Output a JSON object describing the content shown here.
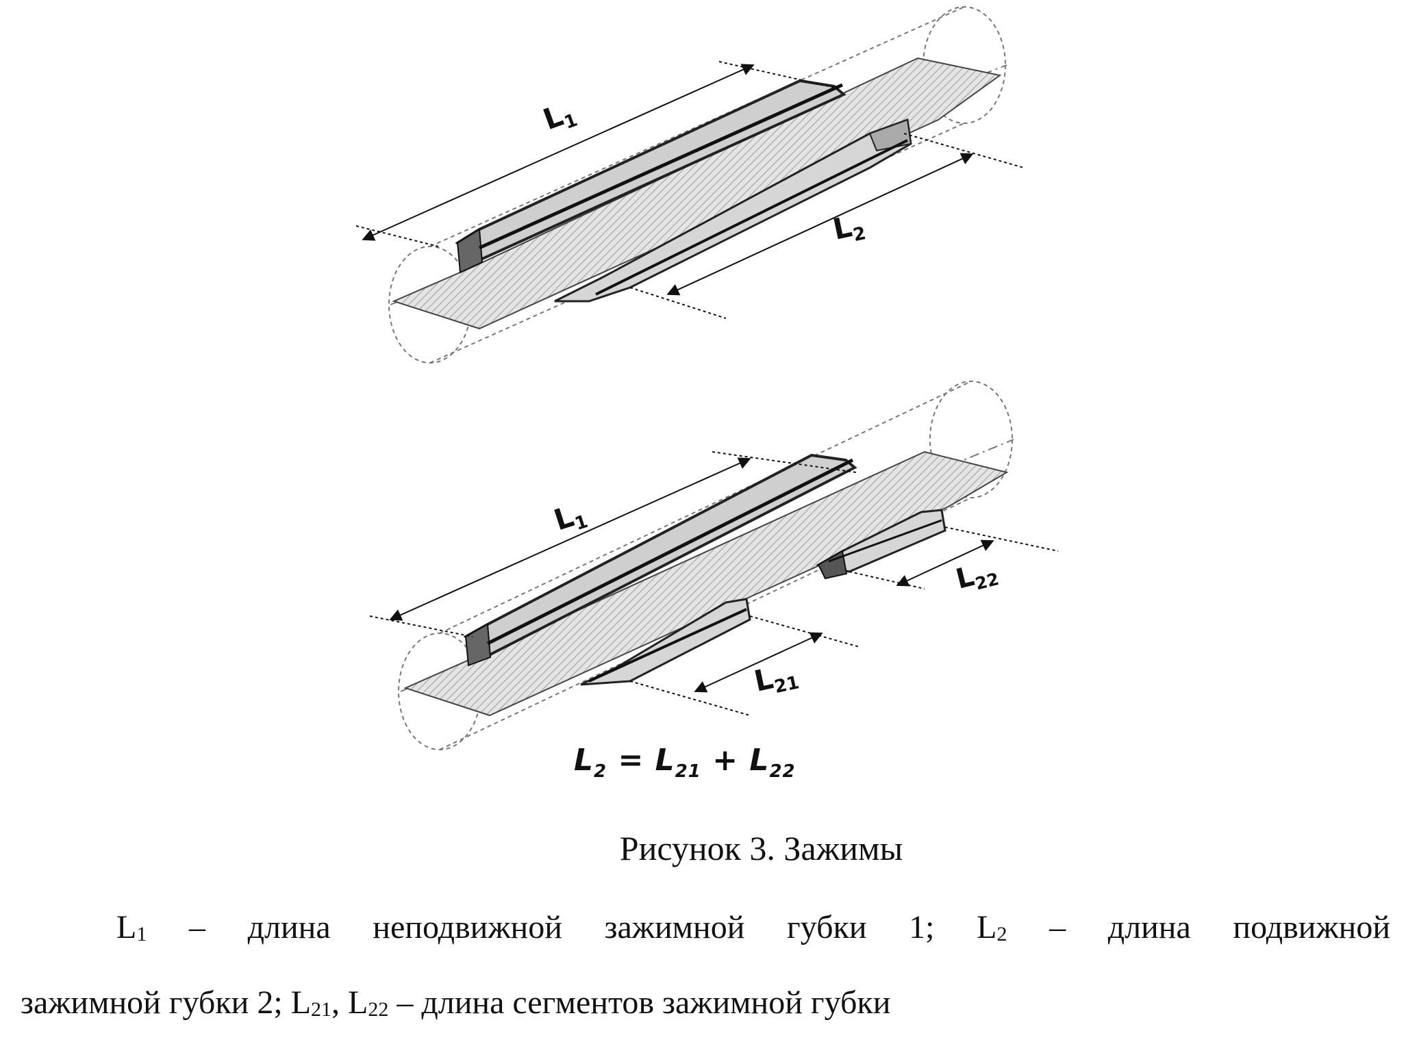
{
  "figure": {
    "clamp_top": {
      "label_l1": "L",
      "label_l1_sub": "1",
      "label_l2": "L",
      "label_l2_sub": "2"
    },
    "clamp_bottom": {
      "label_l1": "L",
      "label_l1_sub": "1",
      "label_l21": "L",
      "label_l21_sub": "21",
      "label_l22": "L",
      "label_l22_sub": "22"
    },
    "formula": {
      "lhs": "L",
      "lhs_sub": "2",
      "eq": " = ",
      "t1": "L",
      "t1_sub": "21",
      "plus": " + ",
      "t2": "L",
      "t2_sub": "22"
    }
  },
  "caption": "Рисунок 3. Зажимы",
  "legend": {
    "p1": "L",
    "p1_sub": "1",
    "p2": " – длина неподвижной зажимной губки 1; ",
    "p3": "L",
    "p3_sub": "2",
    "p4": " – длина подвижной",
    "p5": "зажимной губки 2; ",
    "p6": "L",
    "p6_sub": "21",
    "p7": ", ",
    "p8": "L",
    "p8_sub": "22",
    "p9": " – длина сегментов зажимной губки"
  }
}
